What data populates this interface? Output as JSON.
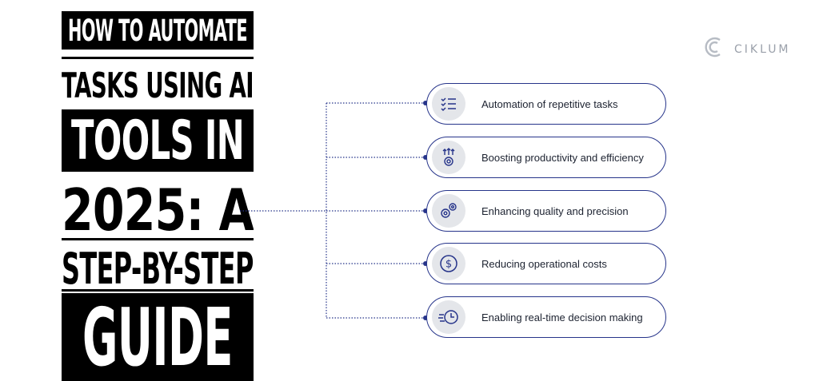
{
  "title": {
    "lines": [
      "HOW TO AUTOMATE",
      "TASKS USING AI",
      "TOOLS IN",
      "2025: A",
      "STEP-BY-STEP",
      "GUIDE"
    ]
  },
  "logo": {
    "text": "CIKLUM",
    "icon": "ciklum-logo-icon"
  },
  "colors": {
    "accent": "#26348a",
    "icon_bg": "#e4e6ea",
    "title_bg": "#000000"
  },
  "items": [
    {
      "label": "Automation of repetitive tasks",
      "icon": "checklist-icon"
    },
    {
      "label": "Boosting productivity and efficiency",
      "icon": "gear-arrows-icon"
    },
    {
      "label": "Enhancing quality and precision",
      "icon": "gears-icon"
    },
    {
      "label": "Reducing operational costs",
      "icon": "dollar-coin-icon"
    },
    {
      "label": "Enabling real-time decision making",
      "icon": "fast-clock-icon"
    }
  ]
}
